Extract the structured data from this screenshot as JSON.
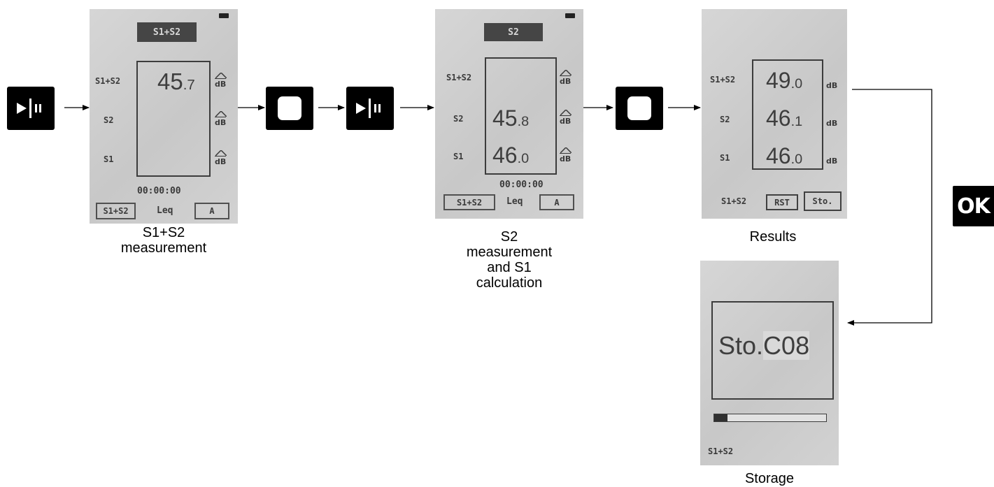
{
  "screens": {
    "s1s2": {
      "header": "S1+S2",
      "rows": [
        "S1+S2",
        "S2",
        "S1"
      ],
      "value_int": "45",
      "value_dec": ".7",
      "unit": "dB",
      "timer": "00:00:00",
      "bottom": [
        "S1+S2",
        "Leq",
        "A"
      ]
    },
    "s2": {
      "header": "S2",
      "rows": [
        "S1+S2",
        "S2",
        "S1"
      ],
      "v_s2_int": "45",
      "v_s2_dec": ".8",
      "v_s1_int": "46",
      "v_s1_dec": ".0",
      "unit": "dB",
      "timer": "00:00:00",
      "bottom": [
        "S1+S2",
        "Leq",
        "A"
      ]
    },
    "results": {
      "rows": [
        "S1+S2",
        "S2",
        "S1"
      ],
      "values": [
        {
          "int": "49",
          "dec": ".0"
        },
        {
          "int": "46",
          "dec": ".1"
        },
        {
          "int": "46",
          "dec": ".0"
        }
      ],
      "unit": "dB",
      "bottom": [
        "S1+S2",
        "RST",
        "Sto."
      ]
    },
    "storage": {
      "text_a": "Sto.",
      "text_b": "C08",
      "progress": 0.12,
      "footer": "S1+S2"
    }
  },
  "captions": {
    "s1s2": [
      "S1+S2",
      "measurement"
    ],
    "s2": [
      "S2",
      "measurement",
      "and S1",
      "calculation"
    ],
    "results": [
      "Results"
    ],
    "storage": [
      "Storage"
    ]
  },
  "ok_button": "OK"
}
